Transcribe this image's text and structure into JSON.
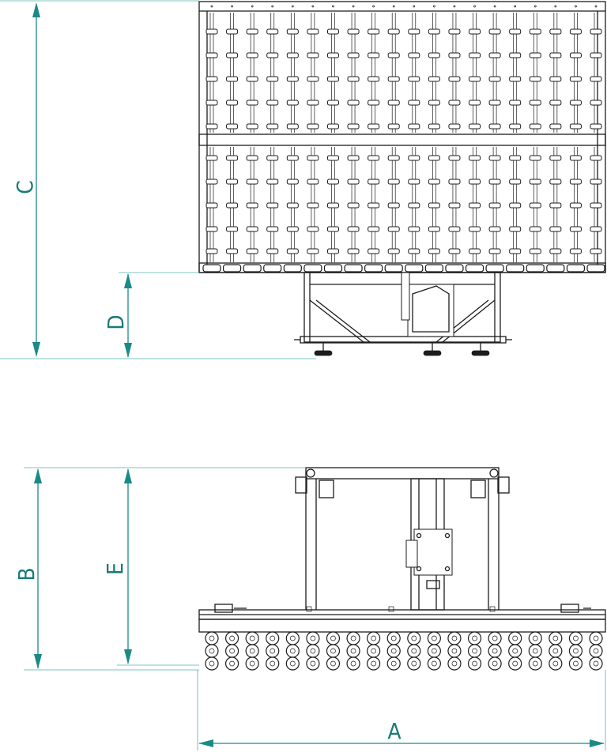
{
  "dimensions": {
    "A": "A",
    "B": "B",
    "C": "C",
    "D": "D",
    "E": "E"
  },
  "colors": {
    "dimension": "#1a8a86",
    "linework": "#1c1c1c",
    "background": "#ffffff"
  }
}
